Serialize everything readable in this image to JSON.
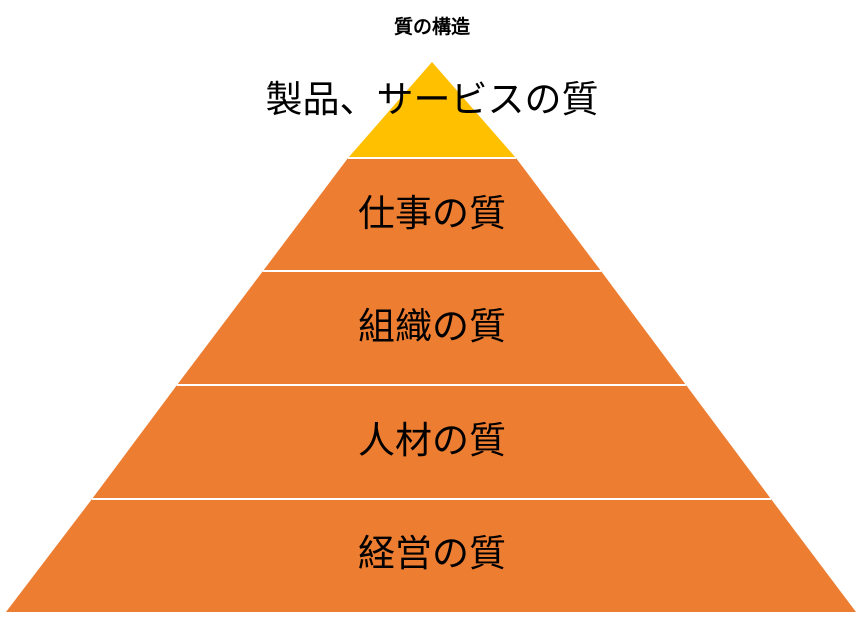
{
  "diagram": {
    "title": "質の構造",
    "tiers": [
      {
        "label": "製品、サービスの質",
        "color": "#FFC000"
      },
      {
        "label": "仕事の質",
        "color": "#ED7D31"
      },
      {
        "label": "組織の質",
        "color": "#ED7D31"
      },
      {
        "label": "人材の質",
        "color": "#ED7D31"
      },
      {
        "label": "経営の質",
        "color": "#ED7D31"
      }
    ],
    "divider_color": "#FFFFFF"
  }
}
